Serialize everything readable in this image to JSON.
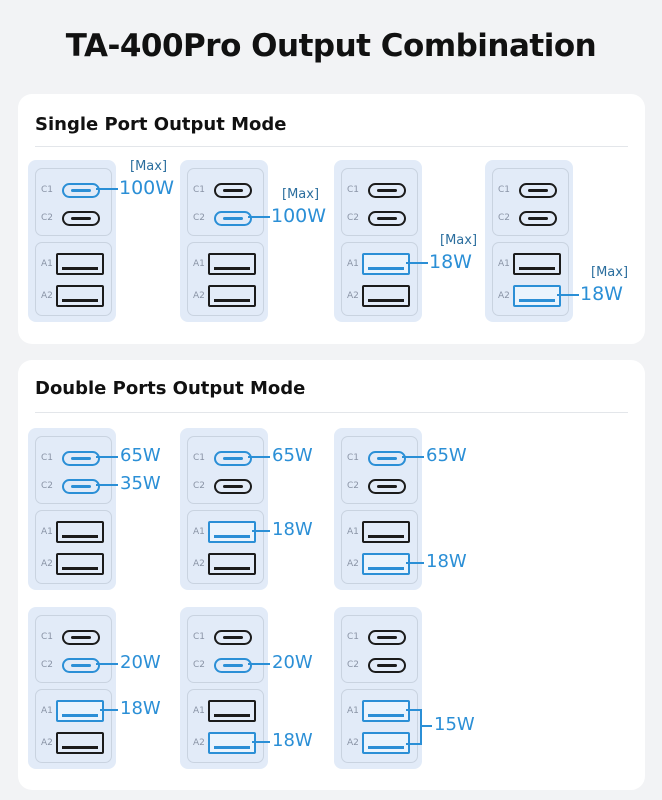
{
  "page": {
    "title": "TA-400Pro Output Combination"
  },
  "single": {
    "title": "Single Port Output Mode",
    "max_label": "[Max]",
    "port_labels": {
      "c1": "C1",
      "c2": "C2",
      "a1": "A1",
      "a2": "A2"
    },
    "modes": [
      {
        "active_port": "C1",
        "watt": "100W"
      },
      {
        "active_port": "C2",
        "watt": "100W"
      },
      {
        "active_port": "A1",
        "watt": "18W"
      },
      {
        "active_port": "A2",
        "watt": "18W"
      }
    ]
  },
  "double": {
    "title": "Double Ports Output Mode",
    "modes": [
      {
        "ports": [
          "C1",
          "C2"
        ],
        "watts": [
          "65W",
          "35W"
        ]
      },
      {
        "ports": [
          "C1",
          "A1"
        ],
        "watts": [
          "65W",
          "18W"
        ]
      },
      {
        "ports": [
          "C1",
          "A2"
        ],
        "watts": [
          "65W",
          "18W"
        ]
      },
      {
        "ports": [
          "C2",
          "A1"
        ],
        "watts": [
          "20W",
          "18W"
        ]
      },
      {
        "ports": [
          "C2",
          "A2"
        ],
        "watts": [
          "20W",
          "18W"
        ]
      },
      {
        "ports": [
          "A1",
          "A2"
        ],
        "watts": [
          "15W"
        ]
      }
    ]
  },
  "colors": {
    "accent": "#2b8fd6",
    "device_bg": "#e2ebf8",
    "port_off": "#1b1b1b"
  }
}
